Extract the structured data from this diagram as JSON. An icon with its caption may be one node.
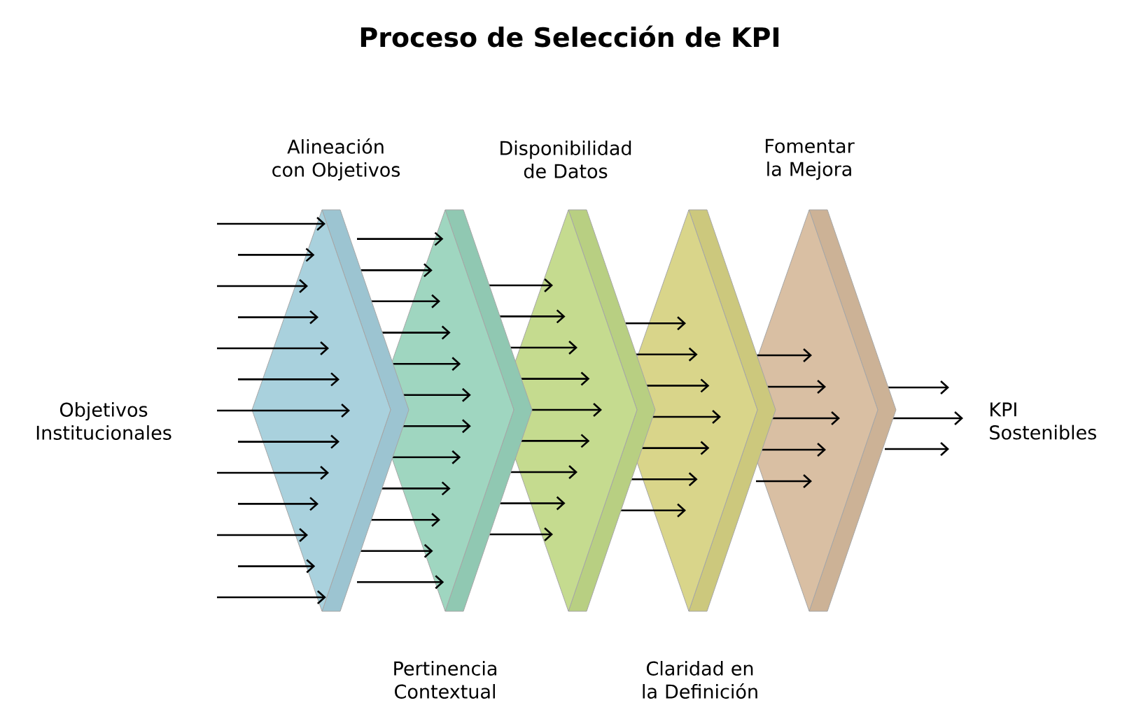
{
  "diagram": {
    "title": "Proceso de Selección de KPI",
    "nodes": [
      {
        "text": [
          "Objetivos Institucionales"
        ]
      },
      {
        "text": [
          "Alineación con Objetivos"
        ]
      },
      {
        "text": [
          "Pertinencia Contextual"
        ]
      },
      {
        "text": [
          "Disponibilidad de Datos"
        ]
      },
      {
        "text": [
          "Claridad en la Definición"
        ]
      },
      {
        "text": [
          "Fomentar la Mejora"
        ]
      },
      {
        "text": [
          "KPI Sostenibles"
        ]
      }
    ],
    "edges": [
      {
        "from": null,
        "to": 1,
        "arrow": "to"
      },
      {
        "from": null,
        "to": 1,
        "arrow": "to"
      },
      {
        "from": null,
        "to": 1,
        "arrow": "to"
      },
      {
        "from": null,
        "to": 1,
        "arrow": "to"
      },
      {
        "from": null,
        "to": 1,
        "arrow": "to"
      },
      {
        "from": null,
        "to": 1,
        "arrow": "to"
      },
      {
        "from": null,
        "to": 1,
        "arrow": "to"
      },
      {
        "from": null,
        "to": 1,
        "arrow": "to"
      },
      {
        "from": null,
        "to": 1,
        "arrow": "to"
      },
      {
        "from": null,
        "to": 1,
        "arrow": "to"
      },
      {
        "from": null,
        "to": 1,
        "arrow": "to"
      },
      {
        "from": null,
        "to": 1,
        "arrow": "to"
      },
      {
        "from": null,
        "to": 1,
        "arrow": "to"
      },
      {
        "from": 1,
        "to": 2,
        "arrow": "to"
      },
      {
        "from": 1,
        "to": 2,
        "arrow": "to"
      },
      {
        "from": 1,
        "to": 2,
        "arrow": "to"
      },
      {
        "from": 1,
        "to": 2,
        "arrow": "to"
      },
      {
        "from": 1,
        "to": 2,
        "arrow": "to"
      },
      {
        "from": 1,
        "to": 2,
        "arrow": "to"
      },
      {
        "from": 1,
        "to": 2,
        "arrow": "to"
      },
      {
        "from": 1,
        "to": 2,
        "arrow": "to"
      },
      {
        "from": 1,
        "to": 2,
        "arrow": "to"
      },
      {
        "from": 1,
        "to": 2,
        "arrow": "to"
      },
      {
        "from": 1,
        "to": 2,
        "arrow": "to"
      },
      {
        "from": 1,
        "to": 2,
        "arrow": "to"
      },
      {
        "from": 2,
        "to": 3,
        "arrow": "to"
      },
      {
        "from": 2,
        "to": 3,
        "arrow": "to"
      },
      {
        "from": 2,
        "to": 3,
        "arrow": "to"
      },
      {
        "from": 2,
        "to": 3,
        "arrow": "to"
      },
      {
        "from": 2,
        "to": 3,
        "arrow": "to"
      },
      {
        "from": 2,
        "to": 3,
        "arrow": "to"
      },
      {
        "from": 2,
        "to": 3,
        "arrow": "to"
      },
      {
        "from": 2,
        "to": 3,
        "arrow": "to"
      },
      {
        "from": 2,
        "to": 3,
        "arrow": "to"
      },
      {
        "from": 3,
        "to": 4,
        "arrow": "to"
      },
      {
        "from": 3,
        "to": 4,
        "arrow": "to"
      },
      {
        "from": 3,
        "to": 4,
        "arrow": "to"
      },
      {
        "from": 3,
        "to": 4,
        "arrow": "to"
      },
      {
        "from": 3,
        "to": 4,
        "arrow": "to"
      },
      {
        "from": 3,
        "to": 4,
        "arrow": "to"
      },
      {
        "from": 3,
        "to": 4,
        "arrow": "to"
      },
      {
        "from": 4,
        "to": 5,
        "arrow": "to"
      },
      {
        "from": 4,
        "to": 5,
        "arrow": "to"
      },
      {
        "from": 4,
        "to": 5,
        "arrow": "to"
      },
      {
        "from": 4,
        "to": 5,
        "arrow": "to"
      },
      {
        "from": 4,
        "to": 5,
        "arrow": "to"
      },
      {
        "from": 5,
        "to": 6,
        "arrow": "to"
      },
      {
        "from": 5,
        "to": 6,
        "arrow": "to"
      },
      {
        "from": 5,
        "to": 6,
        "arrow": "to"
      }
    ]
  }
}
